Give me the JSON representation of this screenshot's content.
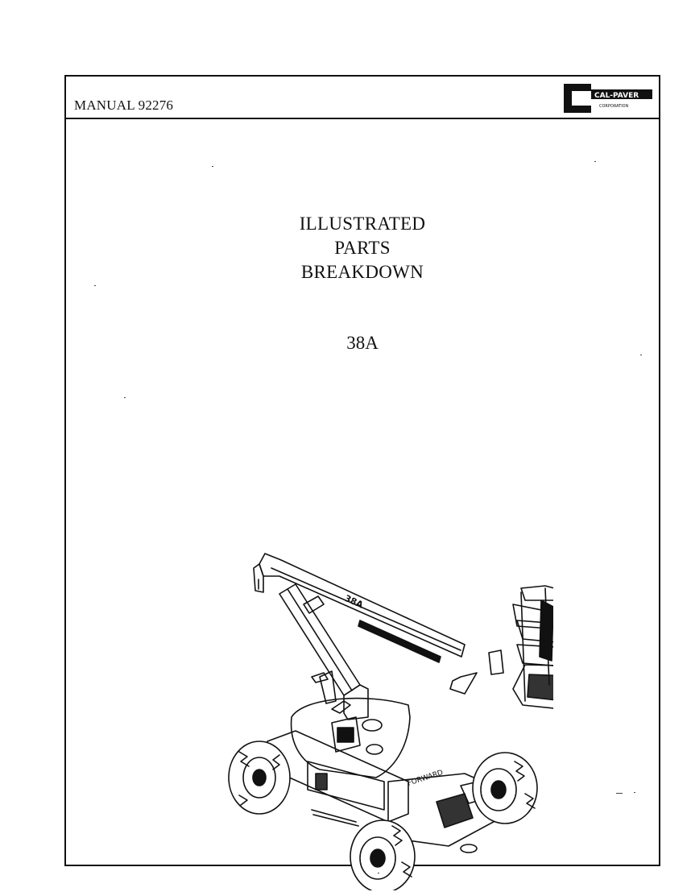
{
  "header": {
    "manual_number": "MANUAL 92276",
    "logo_text": "CAL-PAVER CORPORATION"
  },
  "title": {
    "line1": "ILLUSTRATED",
    "line2": "PARTS",
    "line3": "BREAKDOWN"
  },
  "model": "38A",
  "illustration": {
    "boom_label": "38A",
    "chassis_label": "FORWARD"
  }
}
